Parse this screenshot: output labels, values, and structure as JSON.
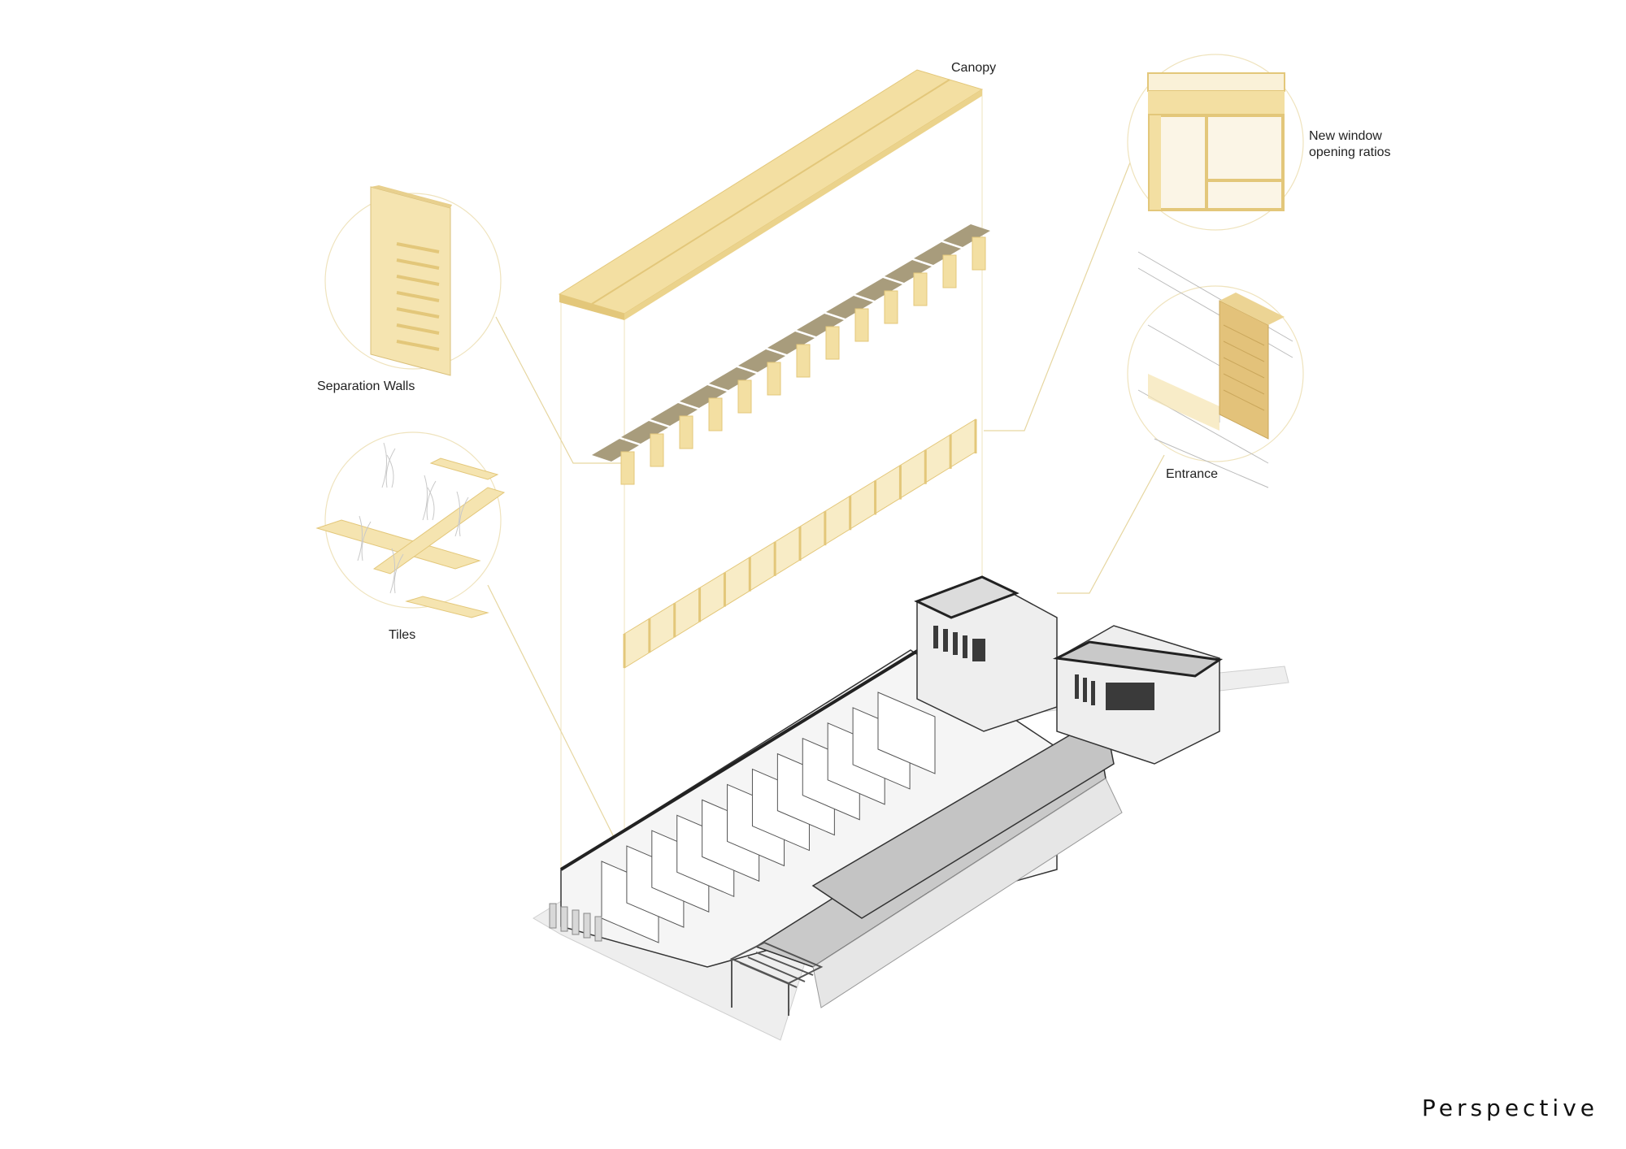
{
  "labels": {
    "canopy": "Canopy",
    "window_line1": "New window",
    "window_line2": "opening ratios",
    "separation_walls": "Separation Walls",
    "tiles": "Tiles",
    "entrance": "Entrance"
  },
  "title": "Perspective",
  "colors": {
    "timber": "#f3dfa2",
    "timber_dark": "#e3c77a",
    "timber_light": "#f8ecc6",
    "line": "#333333",
    "leader": "#e6d6a0",
    "roof_grey": "#c8c8c8",
    "wall_grey": "#e4e4e4"
  }
}
